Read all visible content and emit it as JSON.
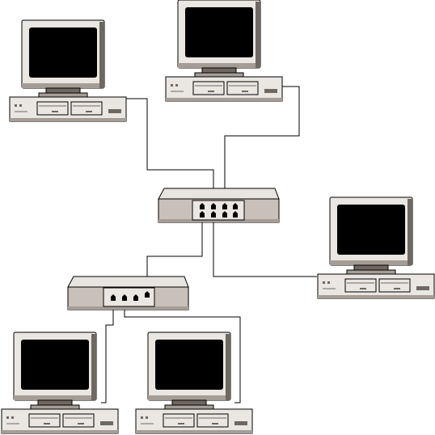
{
  "diagram": {
    "nodes": [
      {
        "id": "computer-top-left",
        "type": "computer"
      },
      {
        "id": "computer-top-center",
        "type": "computer"
      },
      {
        "id": "computer-right",
        "type": "computer"
      },
      {
        "id": "computer-bottom-left",
        "type": "computer"
      },
      {
        "id": "computer-bottom-center",
        "type": "computer"
      },
      {
        "id": "hub-main",
        "type": "hub",
        "ports": 8
      },
      {
        "id": "hub-secondary",
        "type": "hub",
        "ports": 4
      }
    ],
    "links": [
      {
        "from": "computer-top-left",
        "to": "hub-main"
      },
      {
        "from": "computer-top-center",
        "to": "hub-main"
      },
      {
        "from": "computer-right",
        "to": "hub-main"
      },
      {
        "from": "hub-secondary",
        "to": "hub-main"
      },
      {
        "from": "computer-bottom-left",
        "to": "hub-secondary"
      },
      {
        "from": "computer-bottom-center",
        "to": "hub-secondary"
      }
    ]
  },
  "colors": {
    "background": "#ffffff",
    "outline": "#000000",
    "chassis_light": "#eae6e2",
    "chassis_shade": "#a59d95",
    "chassis_dark": "#6f6860",
    "screen": "#000000",
    "hub_body": "#c9c1b9",
    "hub_top": "#e8e4df"
  }
}
